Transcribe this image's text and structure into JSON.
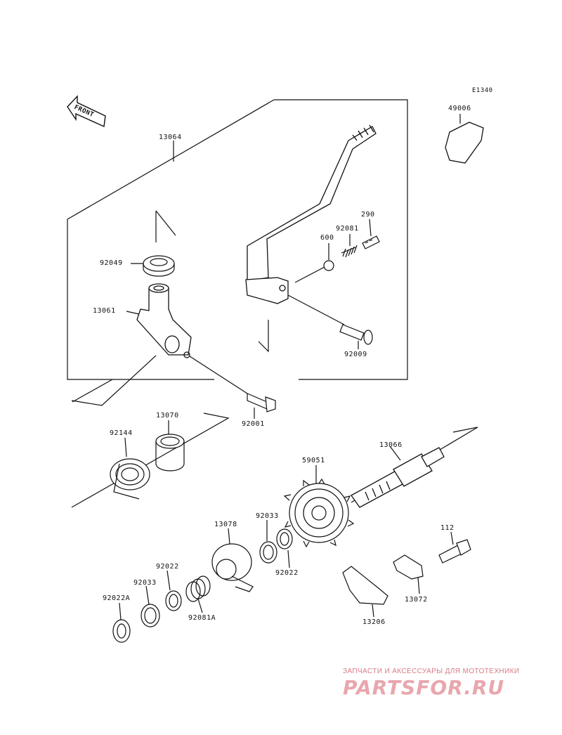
{
  "diagram_code": "E1340",
  "front_label": "FRONT",
  "watermark": {
    "caption": "ЗАПЧАСТИ И АКСЕССУАРЫ ДЛЯ МОТОТЕХНИКИ",
    "logo": "PARTSFOR.RU"
  },
  "parts": {
    "p49006": "49006",
    "p13064": "13064",
    "p290": "290",
    "p92081": "92081",
    "p600": "600",
    "p92049": "92049",
    "p13061": "13061",
    "p92009": "92009",
    "p92001": "92001",
    "p13070": "13070",
    "p92144": "92144",
    "p13066": "13066",
    "p59051": "59051",
    "p13078": "13078",
    "p92033a": "92033",
    "p92022a": "92022",
    "p112": "112",
    "p92022b": "92022",
    "p92033b": "92033",
    "p92022A": "92022A",
    "p92081A": "92081A",
    "p13072": "13072",
    "p13206": "13206"
  }
}
